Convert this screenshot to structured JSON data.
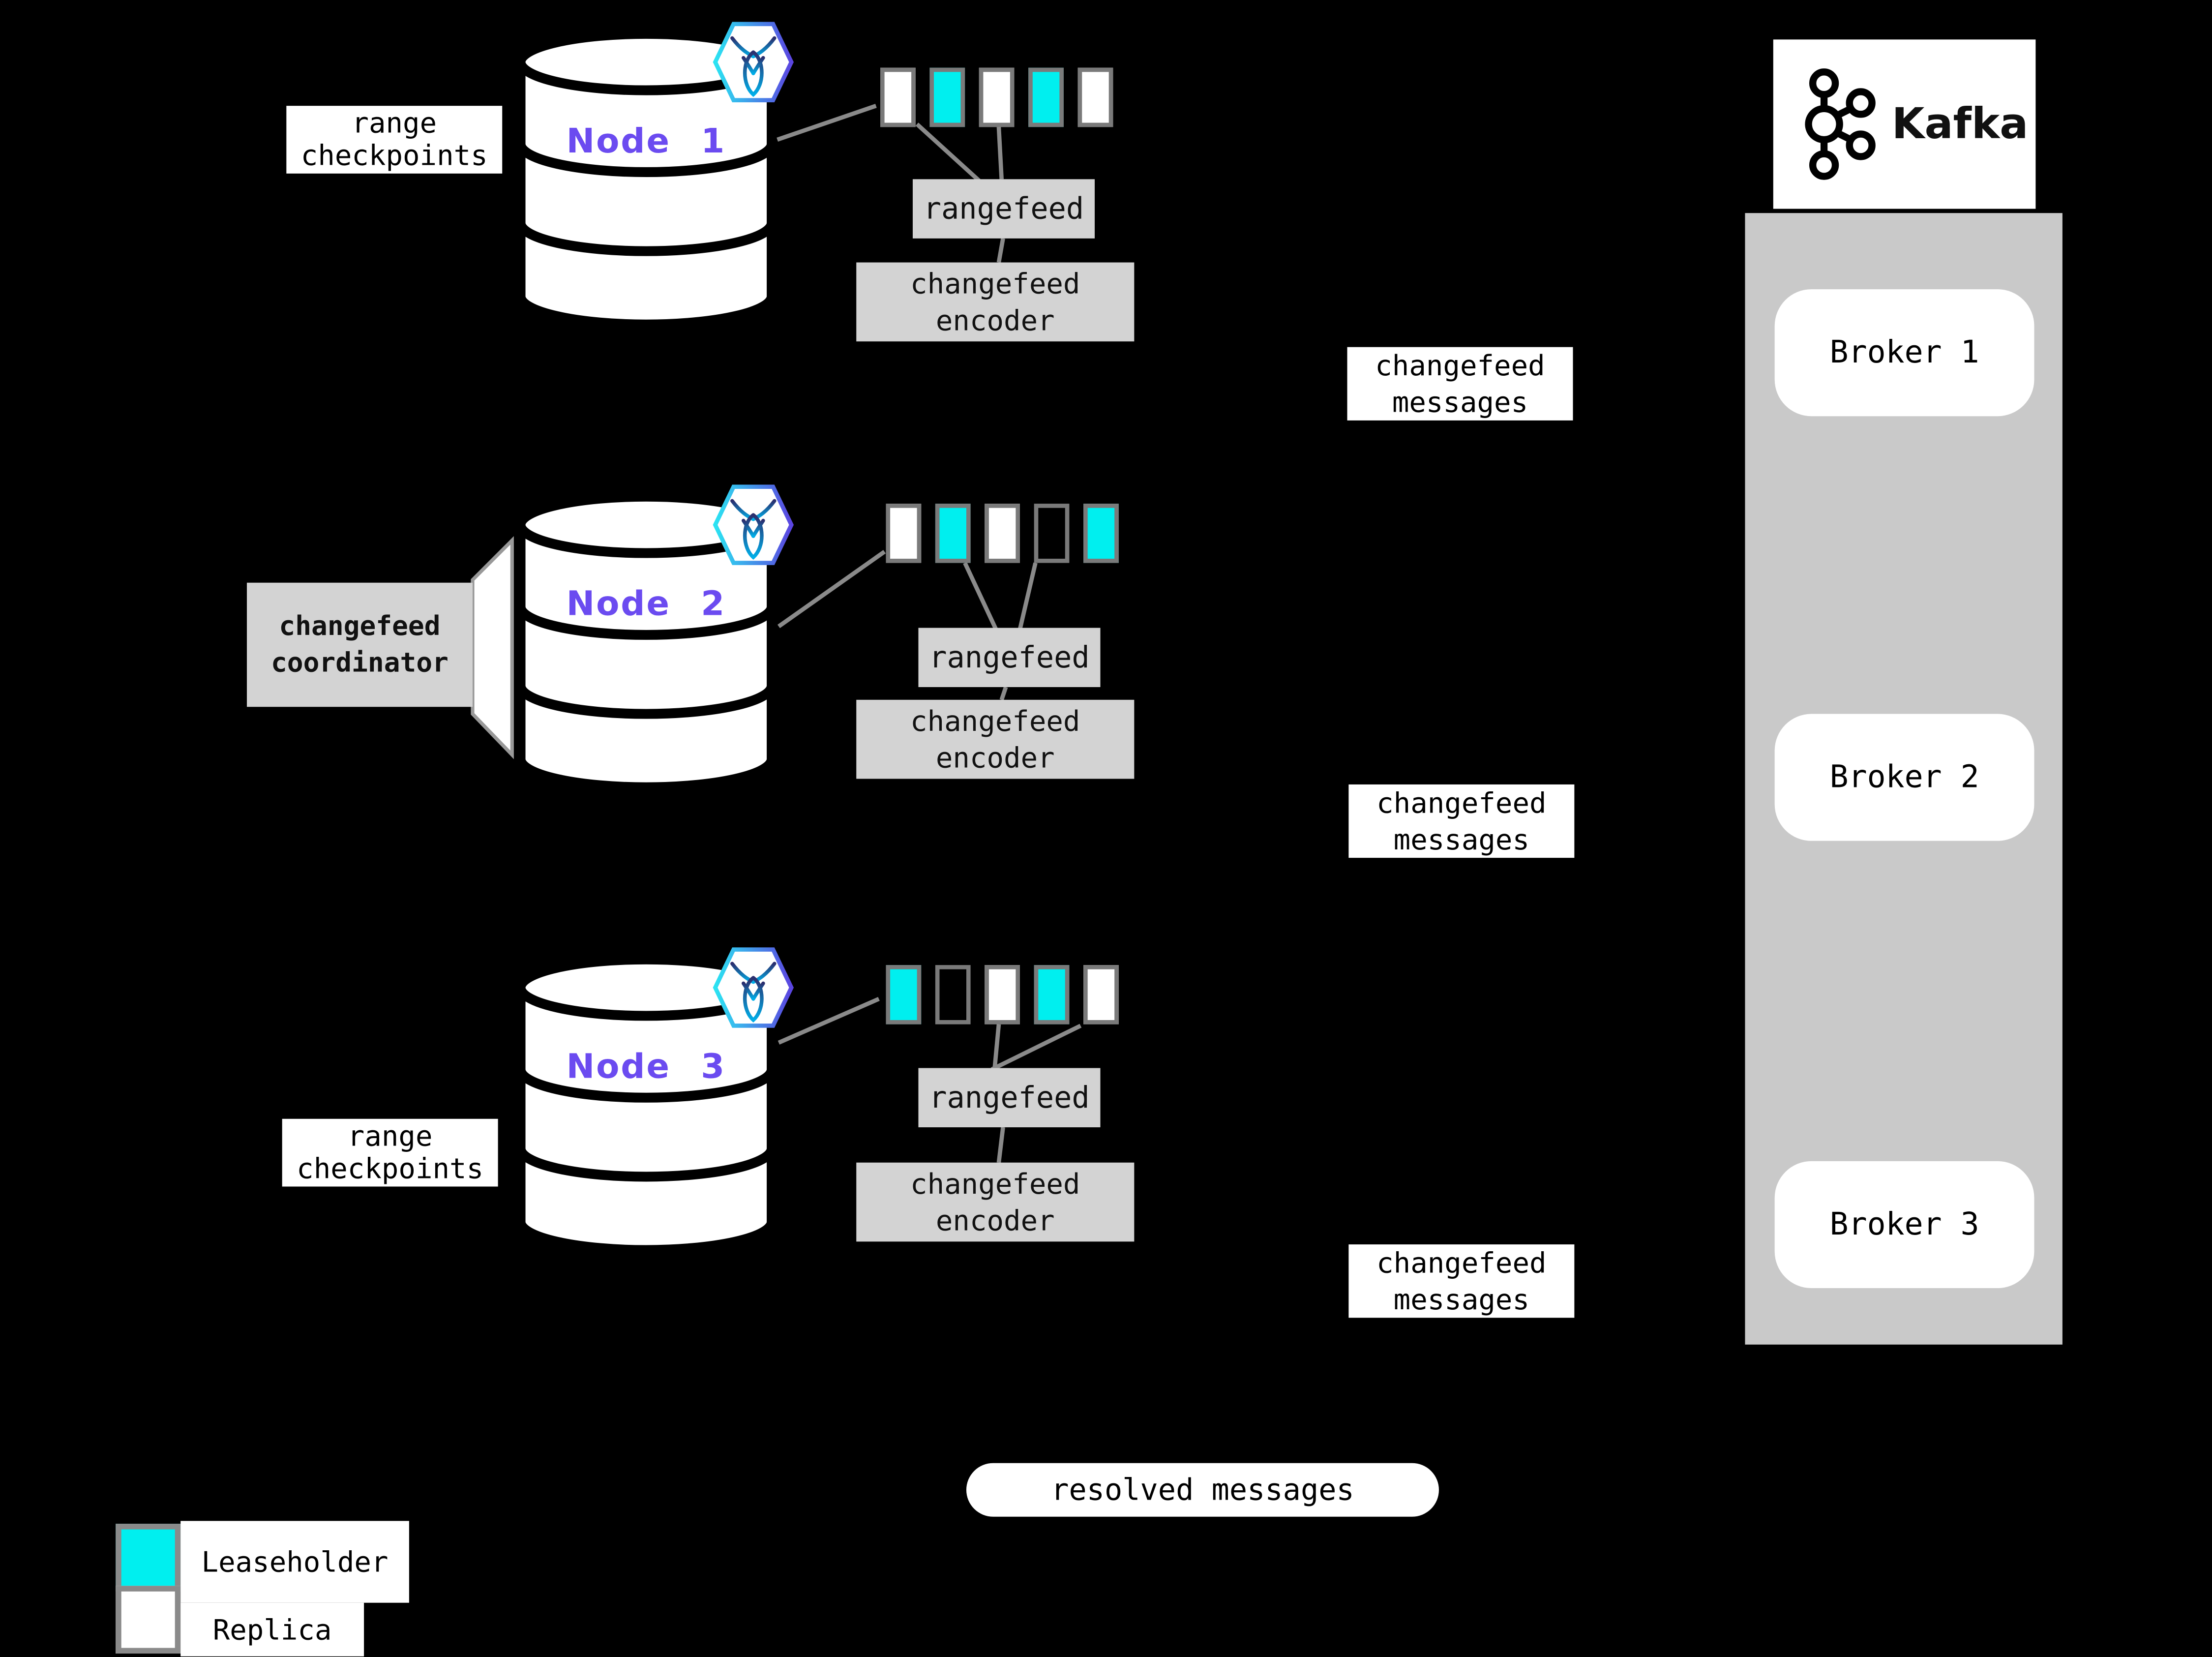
{
  "colors": {
    "background": "#000000",
    "leaseholder_fill": "#00EFEF",
    "replica_fill": "#FFFFFF",
    "node_label_purple": "#6B4BF0",
    "panel_gray": "#D3D3D3",
    "kafka_container_gray": "#C9C9C9",
    "connector_gray": "#8A8A8A",
    "square_border_gray": "#7A7A7A",
    "hexagon_gradient_start": "#2BE3F2",
    "hexagon_gradient_end": "#5B45E0"
  },
  "icons": {
    "cockroachdb_badge": "cockroachdb-hexagon-icon",
    "kafka_logo": "kafka-logo-icon",
    "database": "database-cylinder"
  },
  "labels": {
    "rangefeed": "rangefeed",
    "encoder_line1": "changefeed",
    "encoder_line2": "encoder",
    "messages_line1": "changefeed",
    "messages_line2": "messages",
    "coordinator_line1": "changefeed",
    "coordinator_line2": "coordinator",
    "range_checkpoints_line1": "range",
    "range_checkpoints_line2": "checkpoints",
    "resolved_messages": "resolved messages"
  },
  "nodes": [
    {
      "label": "Node 1",
      "squares": [
        "replica",
        "leaseholder",
        "replica",
        "leaseholder",
        "replica"
      ]
    },
    {
      "label": "Node 2",
      "squares": [
        "replica",
        "leaseholder",
        "replica",
        "empty",
        "leaseholder"
      ]
    },
    {
      "label": "Node 3",
      "squares": [
        "leaseholder",
        "empty",
        "replica",
        "leaseholder",
        "replica"
      ]
    }
  ],
  "kafka": {
    "brand": "Kafka",
    "brokers": [
      {
        "label": "Broker 1"
      },
      {
        "label": "Broker 2"
      },
      {
        "label": "Broker 3"
      }
    ]
  },
  "legend": {
    "items": [
      {
        "swatch": "leaseholder",
        "label": "Leaseholder"
      },
      {
        "swatch": "replica",
        "label": "Replica"
      }
    ]
  }
}
